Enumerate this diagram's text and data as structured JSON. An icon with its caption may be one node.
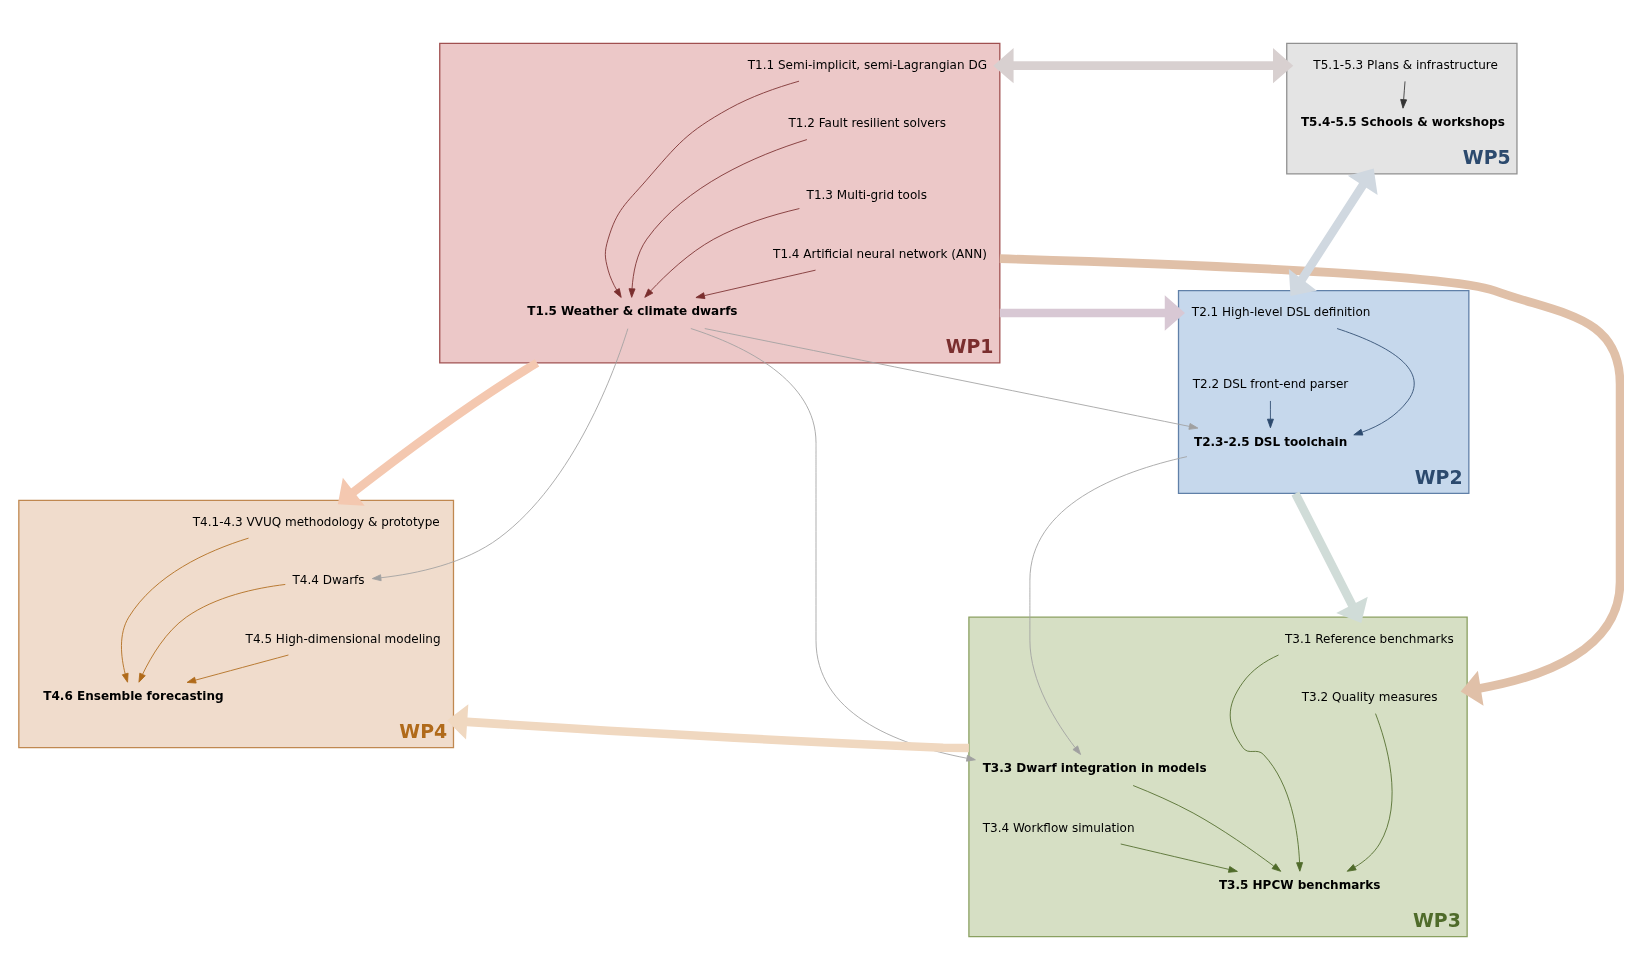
{
  "diagram": {
    "nodes": [
      {
        "text": [
          "WP1"
        ]
      },
      {
        "text": [
          "T1.1 Semi-implicit, semi-Lagrangian DG"
        ],
        "in": 0
      },
      {
        "text": [
          "T1.2 Fault resilient solvers"
        ],
        "in": 0
      },
      {
        "text": [
          "T1.3 Multi-grid tools"
        ],
        "in": 0
      },
      {
        "text": [
          "T1.4 Artificial neural network (ANN)"
        ],
        "in": 0
      },
      {
        "text": [
          "T1.5 Weather & climate dwarfs"
        ],
        "in": 0
      },
      {
        "text": [
          "WP5"
        ]
      },
      {
        "text": [
          "T5.1-5.3 Plans & infrastructure"
        ],
        "in": 6
      },
      {
        "text": [
          "T5.4-5.5 Schools & workshops"
        ],
        "in": 6
      },
      {
        "text": [
          "WP2"
        ]
      },
      {
        "text": [
          "T2.1 High-level DSL definition"
        ],
        "in": 9
      },
      {
        "text": [
          "T2.2 DSL front-end parser"
        ],
        "in": 9
      },
      {
        "text": [
          "T2.3-2.5 DSL toolchain"
        ],
        "in": 9
      },
      {
        "text": [
          "WP3"
        ]
      },
      {
        "text": [
          "T3.1 Reference benchmarks"
        ],
        "in": 13
      },
      {
        "text": [
          "T3.2 Quality measures"
        ],
        "in": 13
      },
      {
        "text": [
          "T3.3 Dwarf integration in models"
        ],
        "in": 13
      },
      {
        "text": [
          "T3.4 Workflow simulation"
        ],
        "in": 13
      },
      {
        "text": [
          "T3.5 HPCW benchmarks"
        ],
        "in": 13
      },
      {
        "text": [
          "WP4"
        ]
      },
      {
        "text": [
          "T4.1-4.3 VVUQ methodology & prototype"
        ],
        "in": 19
      },
      {
        "text": [
          "T4.4 Dwarfs"
        ],
        "in": 19
      },
      {
        "text": [
          "T4.5 High-dimensional modeling"
        ],
        "in": 19
      },
      {
        "text": [
          "T4.6 Ensemble forecasting"
        ],
        "in": 19
      }
    ],
    "edges": [
      {
        "from": 1,
        "to": 5,
        "arrow": "to",
        "color": "#7a2e2e"
      },
      {
        "from": 2,
        "to": 5,
        "arrow": "to",
        "color": "#7a2e2e"
      },
      {
        "from": 3,
        "to": 5,
        "arrow": "to",
        "color": "#7a2e2e"
      },
      {
        "from": 4,
        "to": 5,
        "arrow": "to",
        "color": "#7a2e2e"
      },
      {
        "from": 7,
        "to": 8,
        "arrow": "to",
        "color": "#333333"
      },
      {
        "from": 10,
        "to": 12,
        "arrow": "to",
        "color": "#2c4a6e"
      },
      {
        "from": 11,
        "to": 12,
        "arrow": "to",
        "color": "#2c4a6e"
      },
      {
        "from": 14,
        "to": 18,
        "arrow": "to",
        "color": "#4f6b2a"
      },
      {
        "from": 15,
        "to": 18,
        "arrow": "to",
        "color": "#4f6b2a"
      },
      {
        "from": 16,
        "to": 18,
        "arrow": "to",
        "color": "#4f6b2a"
      },
      {
        "from": 17,
        "to": 18,
        "arrow": "to",
        "color": "#4f6b2a"
      },
      {
        "from": 20,
        "to": 23,
        "arrow": "to",
        "color": "#b06a1a"
      },
      {
        "from": 21,
        "to": 23,
        "arrow": "to",
        "color": "#b06a1a"
      },
      {
        "from": 22,
        "to": 23,
        "arrow": "to",
        "color": "#b06a1a"
      },
      {
        "from": 0,
        "to": 6,
        "arrow": "both",
        "style": "thick",
        "color": "#d8d0d0"
      },
      {
        "from": 6,
        "to": 9,
        "arrow": "both",
        "style": "thick",
        "color": "#d0d8e0"
      },
      {
        "from": 0,
        "to": 9,
        "arrow": "to",
        "style": "thick",
        "color": "#d8c8d4"
      },
      {
        "from": 5,
        "to": 12,
        "arrow": "to",
        "color": "#a0a0a0"
      },
      {
        "from": 0,
        "to": 13,
        "arrow": "to",
        "style": "thick",
        "color": "#e0c0a8"
      },
      {
        "from": 0,
        "to": 19,
        "arrow": "to",
        "style": "thick",
        "color": "#f4c8b0"
      },
      {
        "from": 9,
        "to": 13,
        "arrow": "to",
        "style": "thick",
        "color": "#d0dcd8"
      },
      {
        "from": 5,
        "to": 16,
        "arrow": "to",
        "color": "#a0a0a0"
      },
      {
        "from": 12,
        "to": 16,
        "arrow": "to",
        "color": "#a0a0a0"
      },
      {
        "from": 5,
        "to": 21,
        "arrow": "to",
        "color": "#a0a0a0"
      },
      {
        "from": 13,
        "to": 19,
        "arrow": "to",
        "style": "thick",
        "color": "#f0d8c0"
      }
    ]
  }
}
